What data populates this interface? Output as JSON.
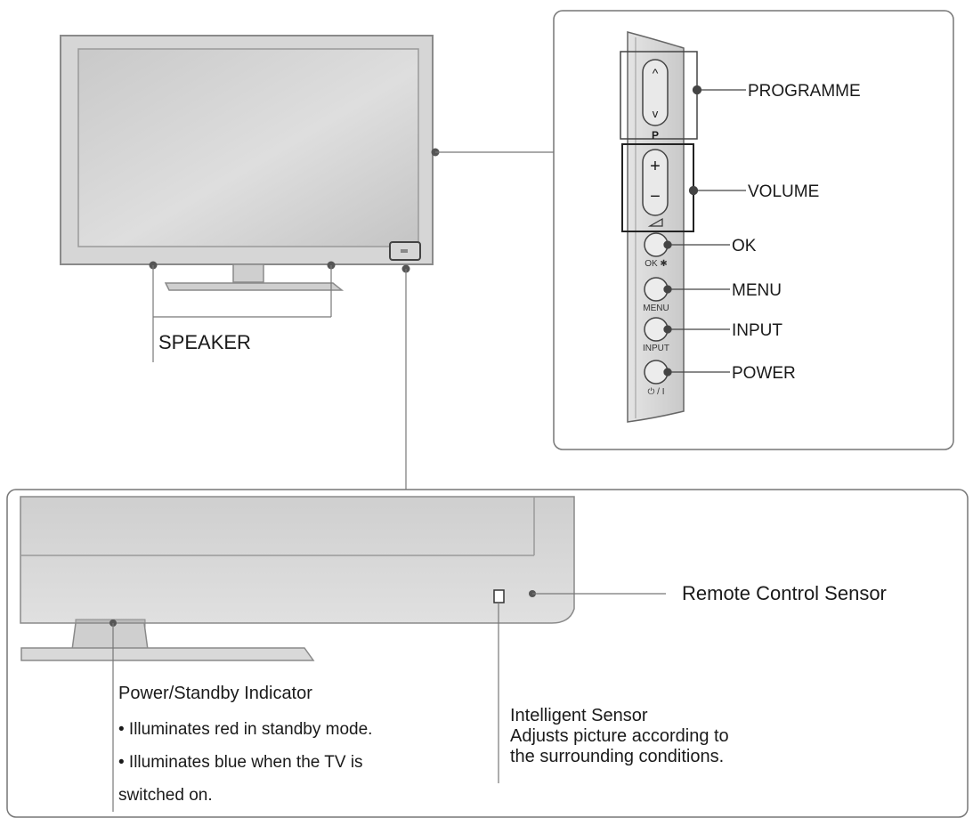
{
  "labels": {
    "programme": "PROGRAMME",
    "volume": "VOLUME",
    "ok": "OK",
    "menu": "MENU",
    "input": "INPUT",
    "power": "POWER",
    "speaker": "SPEAKER",
    "remote_sensor": "Remote Control Sensor",
    "power_indicator": "Power/Standby Indicator",
    "standby_red": "• Illuminates red in standby mode.",
    "on_blue_1": "• Illuminates blue when the TV is",
    "on_blue_2": "switched on.",
    "intelligent_sensor": "Intelligent Sensor",
    "adjusts_1": "Adjusts picture according to",
    "adjusts_2": "the surrounding conditions."
  },
  "panel_marks": {
    "up": "^",
    "down": "v",
    "p": "P",
    "plus": "+",
    "minus": "−",
    "ok": "OK ✱",
    "menu": "MENU",
    "input": "INPUT",
    "power": "⏻ / I"
  },
  "icons": [
    "tv-front-illustration",
    "side-control-panel",
    "tv-bottom-closeup"
  ]
}
